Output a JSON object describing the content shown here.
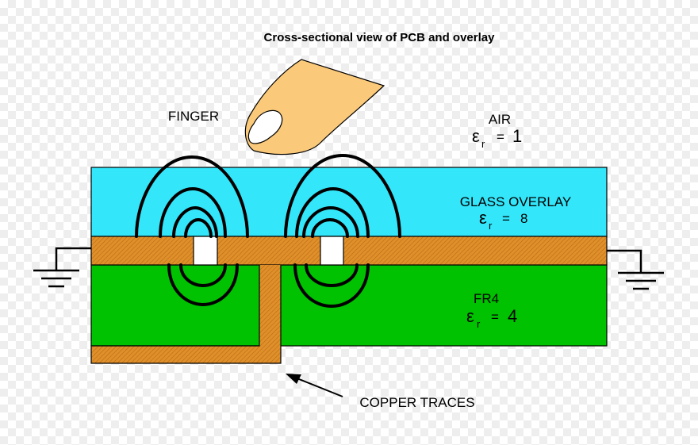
{
  "title": "Cross-sectional view of PCB and overlay",
  "labels": {
    "finger": "FINGER",
    "copper_traces": "COPPER TRACES"
  },
  "layers": {
    "air": {
      "name": "AIR",
      "symbol": "ε",
      "subscript": "r",
      "equals": "=",
      "value": "1"
    },
    "glass": {
      "name": "GLASS OVERLAY",
      "symbol": "ε",
      "subscript": "r",
      "equals": "=",
      "value": "8",
      "color": "#33e6fa"
    },
    "fr4": {
      "name": "FR4",
      "symbol": "ε",
      "subscript": "r",
      "equals": "=",
      "value": "4",
      "color": "#00c200"
    }
  },
  "colors": {
    "copper": "#e0902a",
    "finger": "#fbc97a",
    "fingernail": "#ffffff"
  },
  "icons": [
    "finger-icon",
    "ground-symbol-icon",
    "arrow-icon"
  ]
}
